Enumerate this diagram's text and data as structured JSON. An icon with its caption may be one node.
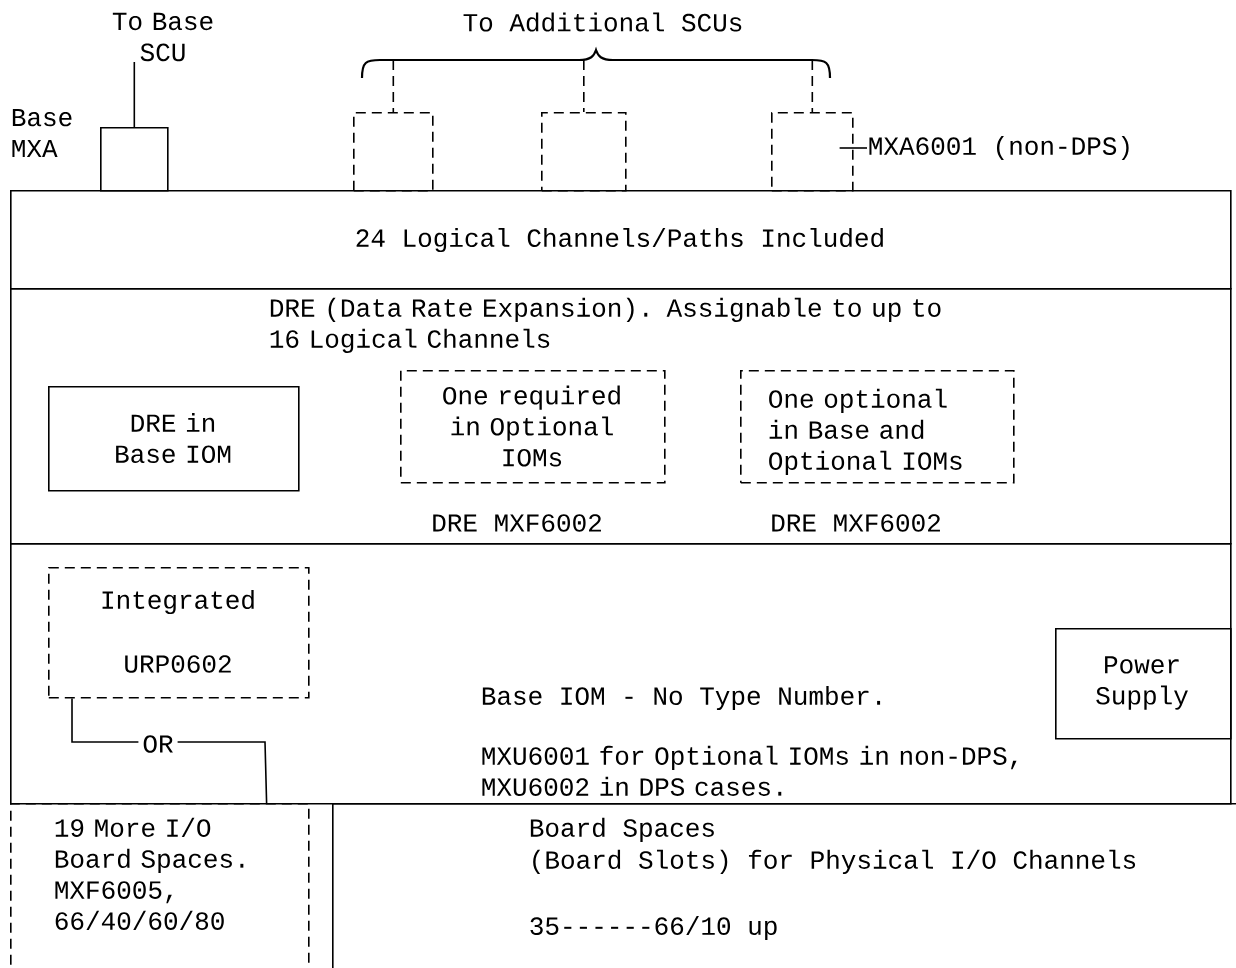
{
  "diagram": {
    "nodes": [
      {
        "text": [
          "To Base SCU"
        ]
      },
      {
        "text": [],
        "shape": "box",
        "beside": [
          "Base MXA"
        ]
      },
      {
        "text": [
          "To Additional SCUs"
        ]
      },
      {
        "text": [],
        "shape": "box"
      },
      {
        "text": [],
        "shape": "box"
      },
      {
        "text": [],
        "shape": "box"
      },
      {
        "text": [
          "MXA6001 (non-DPS)"
        ]
      },
      {
        "text": [
          "24 Logical Channels/Paths Included"
        ]
      },
      {
        "text": [
          "DRE (Data Rate Expansion). Assignable to up to 16 Logical Channels"
        ]
      },
      {
        "text": [
          "DRE in Base IOM"
        ],
        "in": 8
      },
      {
        "text": [
          "One required in Optional IOMs"
        ],
        "in": 8,
        "beside": [
          "DRE MXF6002"
        ]
      },
      {
        "text": [
          "One optional in Base and Optional IOMs"
        ],
        "in": 8,
        "beside": [
          "DRE MXF6002"
        ]
      },
      {
        "text": [
          "Base IOM - No Type Number.",
          "MXU6001 for Optional IOMs in non-DPS, MXU6002 in DPS cases."
        ]
      },
      {
        "text": [
          "Integrated",
          "URP0602"
        ],
        "in": 12
      },
      {
        "text": [
          "Power Supply"
        ],
        "in": 12
      },
      {
        "text": [
          "19 More I/O Board Spaces. MXF6005, 66/40/60/80"
        ]
      },
      {
        "text": [
          "Board Spaces",
          "(Board Slots) for Physical I/O Channels",
          "35------66/10 up"
        ]
      }
    ],
    "edges": [
      {
        "from": 0,
        "to": 1,
        "arrow": "none"
      },
      {
        "from": 2,
        "to": 3,
        "arrow": "none",
        "style": "dashed"
      },
      {
        "from": 2,
        "to": 4,
        "arrow": "none",
        "style": "dashed"
      },
      {
        "from": 2,
        "to": 5,
        "arrow": "none",
        "style": "dashed"
      },
      {
        "from": 6,
        "to": 5,
        "arrow": "none"
      },
      {
        "from": 13,
        "to": 15,
        "arrow": "none",
        "label": "OR"
      }
    ]
  }
}
